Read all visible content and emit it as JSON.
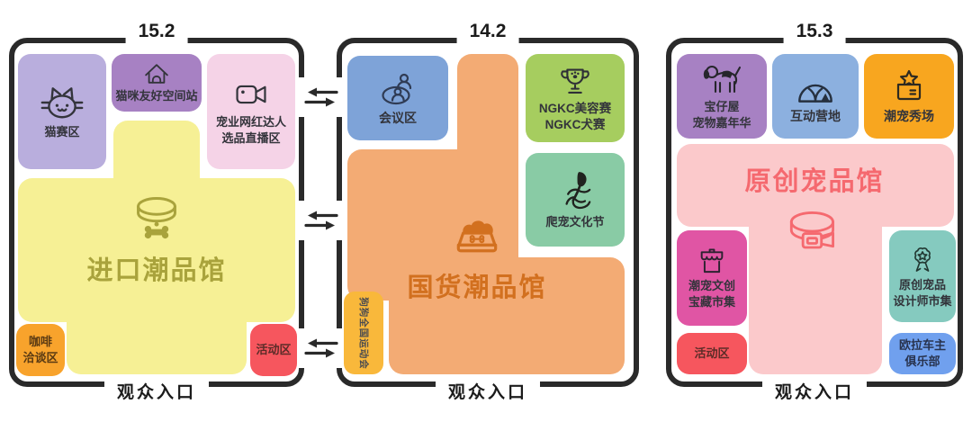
{
  "page": {
    "background_color": "#ffffff",
    "wall_color": "#2a2a2a"
  },
  "halls": [
    {
      "number": "15.2",
      "entrance_label": "观众入口",
      "main_area": {
        "title": "进口潮品馆",
        "icon": "dog-collar-icon",
        "fill": "#f6f095",
        "title_color": "#a9a33c"
      },
      "zones": {
        "cat_competition": {
          "label": "猫赛区",
          "icon": "cat-icon",
          "fill": "#b9aedd"
        },
        "cat_friendly_station": {
          "label": "猫咪友好空间站",
          "icon": "pet-house-icon",
          "fill": "#a781c3"
        },
        "influencer_livestream": {
          "line1": "宠业网红达人",
          "line2": "选品直播区",
          "icon": "video-camera-icon",
          "fill": "#f5d3e7"
        },
        "coffee_lounge": {
          "line1": "咖啡",
          "line2": "洽谈区",
          "fill": "#f8a32c"
        },
        "activity_area": {
          "label": "活动区",
          "fill": "#f6565e"
        }
      }
    },
    {
      "number": "14.2",
      "entrance_label": "观众入口",
      "main_area": {
        "title": "国货潮品馆",
        "icon": "pet-bowl-icon",
        "fill": "#f3ab74",
        "title_color": "#d2701f"
      },
      "zones": {
        "conference": {
          "label": "会议区",
          "icon": "meeting-icon",
          "fill": "#7ea3d8"
        },
        "ngkc_shows": {
          "line1": "NGKC美容赛",
          "line2": "NGKC犬赛",
          "icon": "trophy-icon",
          "fill": "#a6cd5f"
        },
        "reptile_festival": {
          "label": "爬宠文化节",
          "icon": "gecko-icon",
          "fill": "#89cba5"
        },
        "dog_national_games": {
          "label": "狗狗全国运动会",
          "fill": "#f9b83b"
        }
      }
    },
    {
      "number": "15.3",
      "entrance_label": "观众入口",
      "main_area": {
        "title": "原创宠品馆",
        "icon": "pet-belt-icon",
        "fill": "#fbc9cb",
        "title_color": "#f5696f"
      },
      "zones": {
        "baozaiwu_carnival": {
          "line1": "宝仔屋",
          "line2": "宠物嘉年华",
          "icon": "dog-icon",
          "fill": "#a781c3"
        },
        "interactive_camp": {
          "label": "互动营地",
          "icon": "tent-icon",
          "fill": "#8cb0df"
        },
        "pet_fashion_show": {
          "label": "潮宠秀场",
          "icon": "star-box-icon",
          "fill": "#f8a61f"
        },
        "creative_market": {
          "line1": "潮宠文创",
          "line2": "宝藏市集",
          "icon": "market-stall-icon",
          "fill": "#e055a4"
        },
        "designer_market": {
          "line1": "原创宠品",
          "line2": "设计师市集",
          "icon": "medal-icon",
          "fill": "#85cabf"
        },
        "activity_area": {
          "label": "活动区",
          "fill": "#f6565e"
        },
        "ora_owners_club": {
          "line1": "欧拉车主",
          "line2": "俱乐部",
          "fill": "#70a0ee"
        }
      }
    }
  ],
  "passages": {
    "icon": "swap-arrows-icon",
    "between_halls": [
      "15.2",
      "14.2"
    ],
    "count": 3
  }
}
